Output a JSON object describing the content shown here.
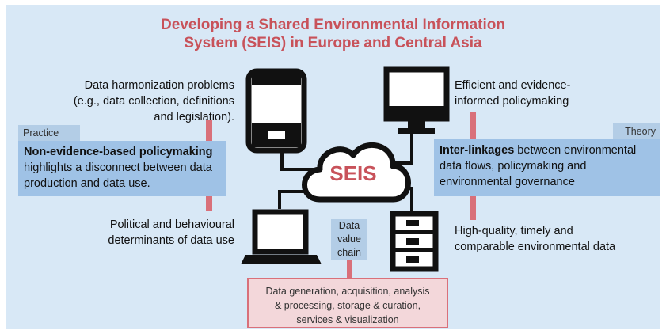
{
  "title": {
    "line1": "Developing a Shared Environmental Information",
    "line2": "System (SEIS) in Europe and Central Asia"
  },
  "left": {
    "top_text": [
      "Data harmonization problems",
      "(e.g., data collection, definitions",
      "and legislation)."
    ],
    "tag": "Practice",
    "band_bold": "Non-evidence-based policymaking",
    "band_rest": "highlights a disconnect between data production and data use.",
    "bottom_text": [
      "Political and behavioural",
      "determinants of data use"
    ]
  },
  "right": {
    "top_text": [
      "Efficient and evidence-",
      "informed policymaking"
    ],
    "tag": "Theory",
    "band_bold": "Inter-linkages",
    "band_rest": " between environmental data flows, policymaking and environmental governance",
    "bottom_text": [
      "High-quality, timely and",
      "comparable environmental data"
    ]
  },
  "center": {
    "cloud_label": "SEIS",
    "chain_label": [
      "Data",
      "value",
      "chain"
    ]
  },
  "bottom_box": {
    "lines": [
      "Data generation, acquisition, analysis",
      "& processing, storage & curation,",
      "services & visualization"
    ]
  },
  "colors": {
    "accent": "#c8525a",
    "bar": "#d9707a",
    "background": "#d8e8f6",
    "band": "#9fc2e6",
    "icon": "#111111"
  },
  "icons": [
    "phone-icon",
    "monitor-icon",
    "cloud-icon",
    "laptop-icon",
    "server-icon"
  ]
}
